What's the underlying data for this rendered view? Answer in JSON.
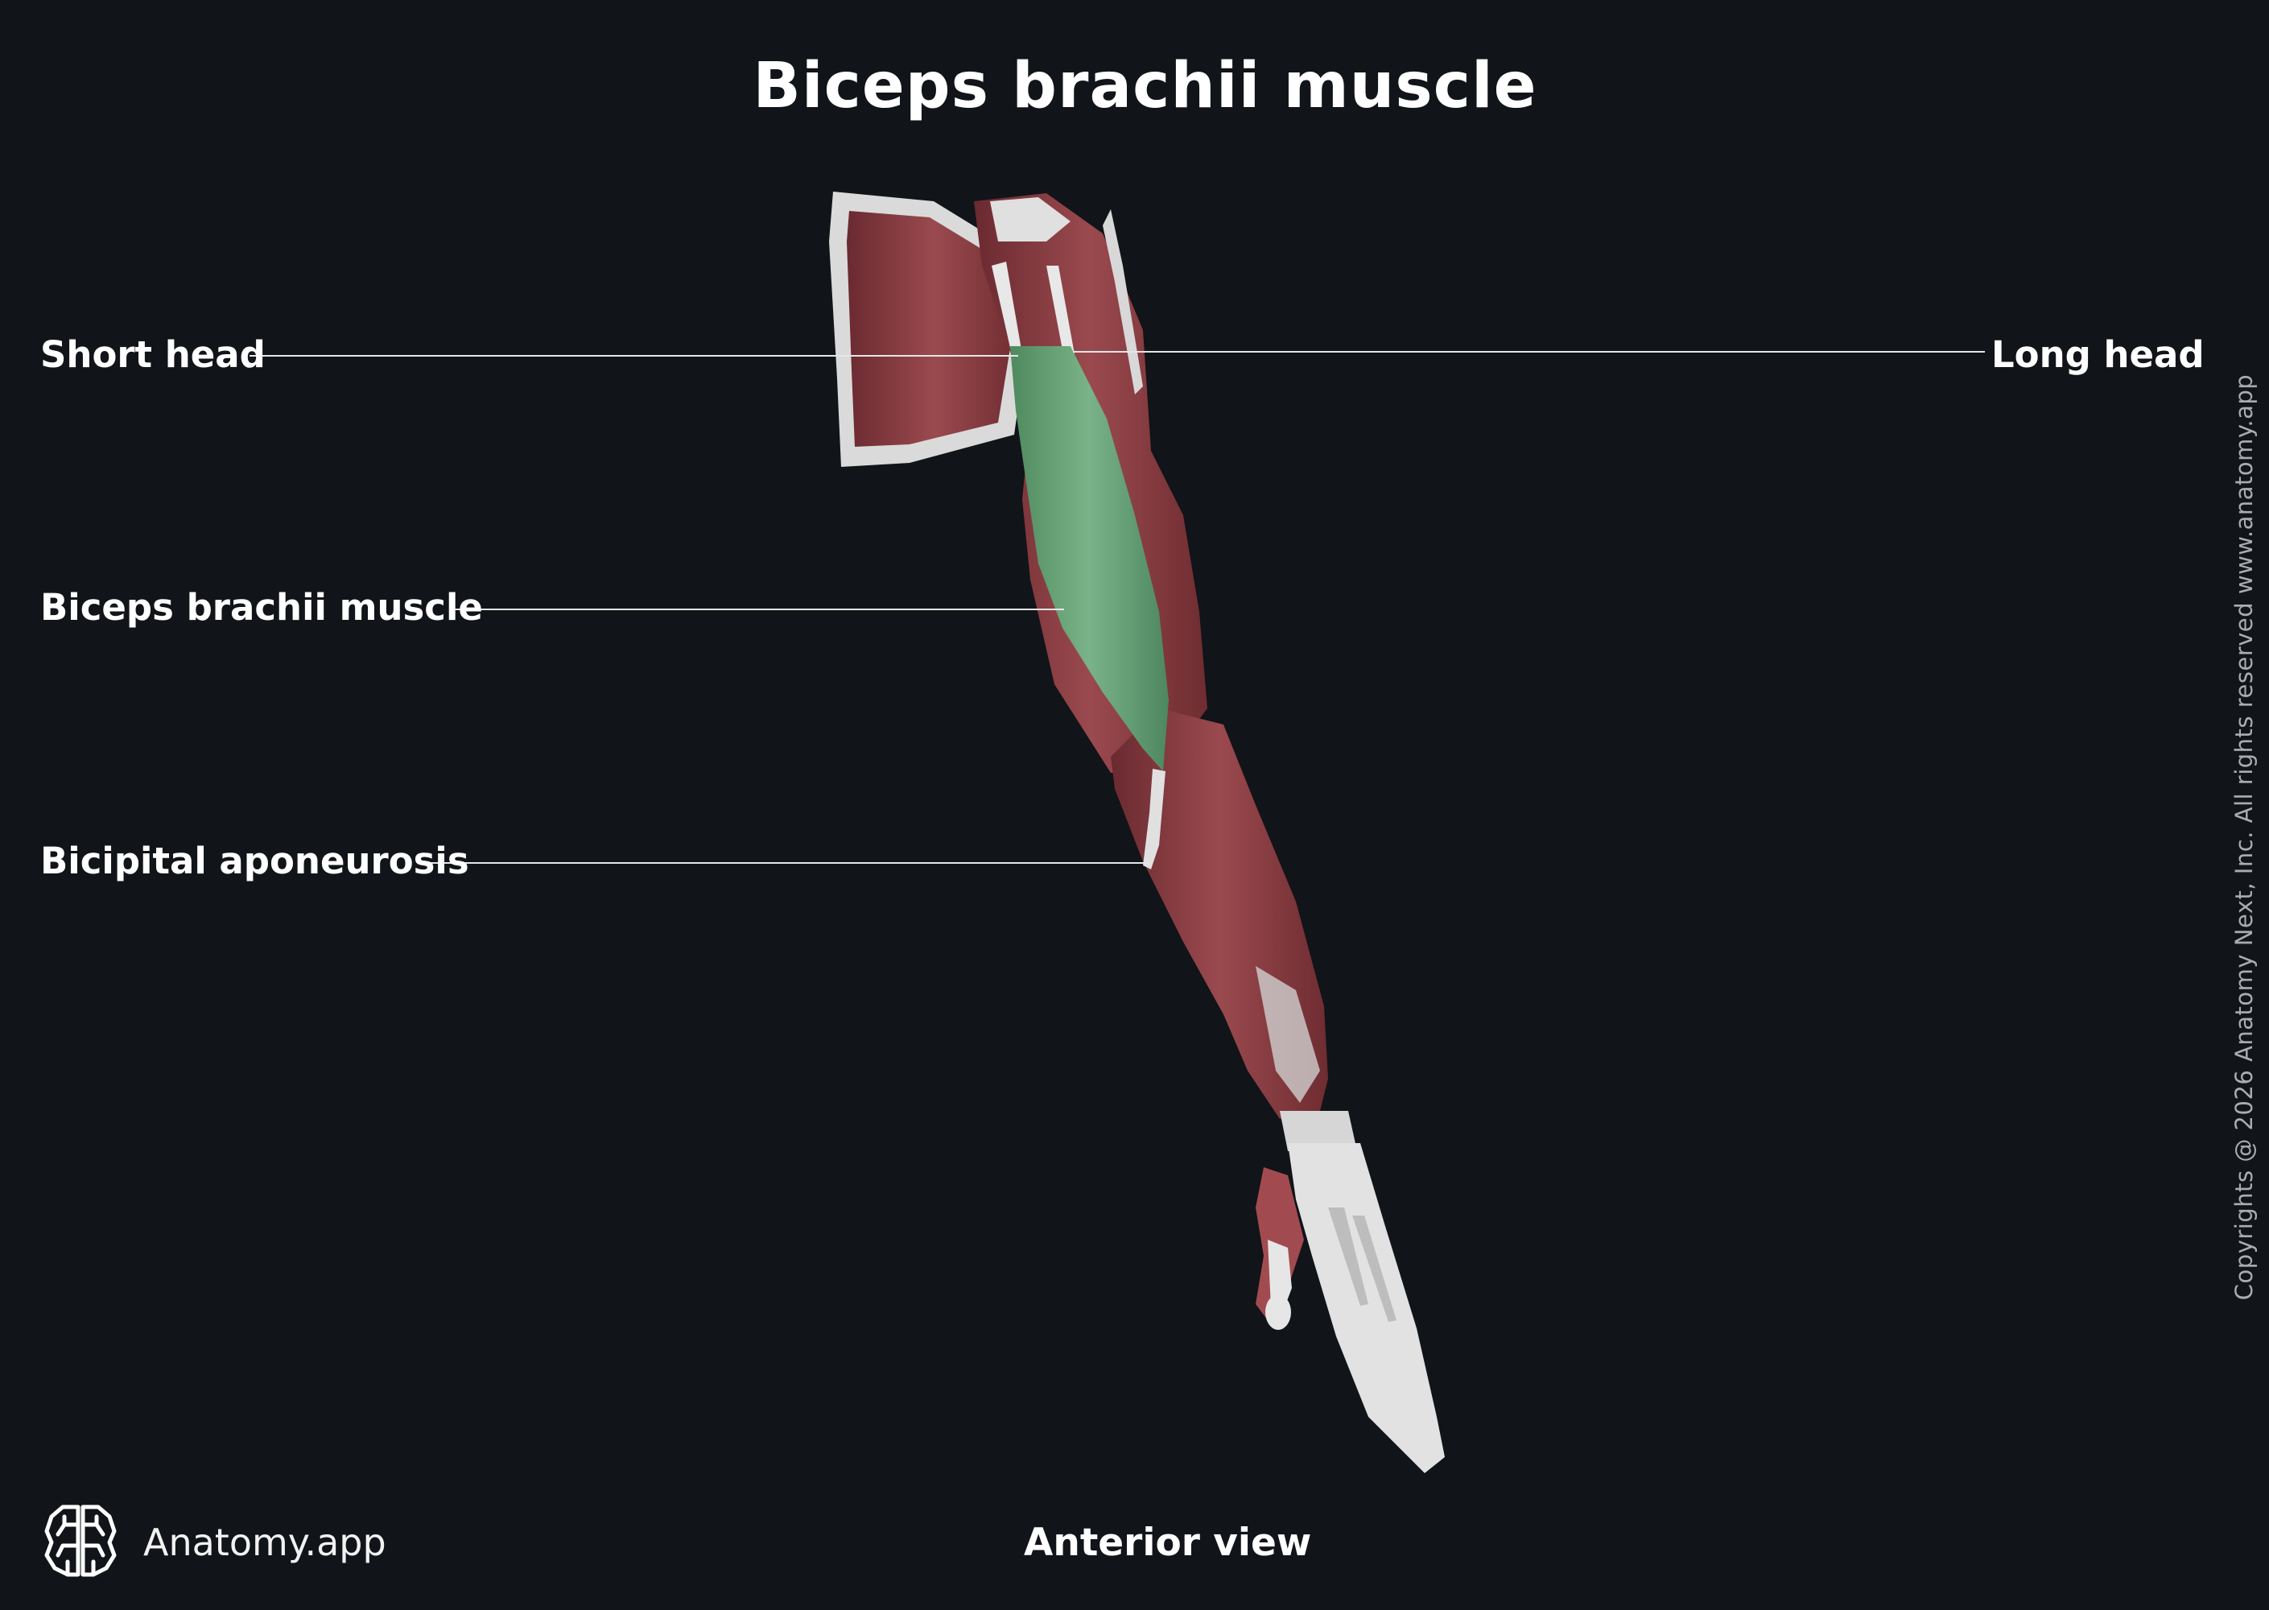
{
  "title": "Biceps brachii muscle",
  "labels": {
    "short_head": "Short head",
    "long_head": "Long head",
    "biceps_brachii": "Biceps brachii muscle",
    "bicipital_aponeurosis": "Bicipital aponeurosis"
  },
  "view": "Anterior view",
  "brand": {
    "name": "Anatomy.app",
    "icon": "brain-icon"
  },
  "copyright": "Copyrights @ 2026 Anatomy Next, Inc. All rights reserved www.anatomy.app",
  "colors": {
    "background": "#111419",
    "highlight_muscle": "#6fa67e",
    "muscle": "#8a3b3f",
    "bone": "#dcdcdc",
    "leader_line": "#e6e6e6"
  }
}
